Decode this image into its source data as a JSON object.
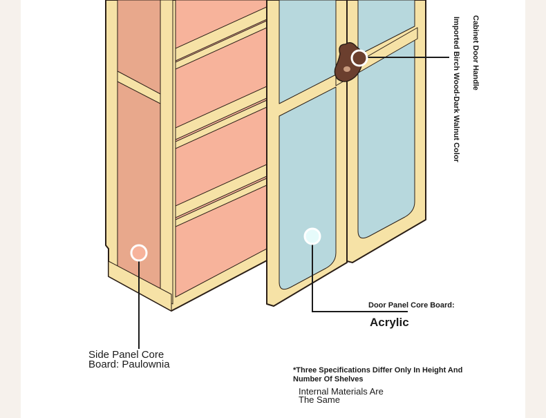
{
  "labels": {
    "side_panel_line1": "Side Panel Core",
    "side_panel_line2": "Board: Paulownia",
    "door_panel_title": "Door Panel Core Board:",
    "door_panel_material": "Acrylic",
    "handle_title": "Cabinet Door Handle",
    "handle_material": "Imported Birch Wood-Dark Walnut Color",
    "spec_note": "*Three Specifications Differ Only In Height And Number Of Shelves",
    "internal_line1": "Internal Materials Are",
    "internal_line2": "The Same"
  },
  "colors": {
    "page_bg": "#f6f1ec",
    "frame_bg": "#ffffff",
    "wood": "#f6e2a6",
    "side_panel": "#e8a88c",
    "back_panel": "#f7b39b",
    "acrylic": "#b7d8dd",
    "outline": "#2a1e16",
    "handle": "#6b3f2e"
  }
}
